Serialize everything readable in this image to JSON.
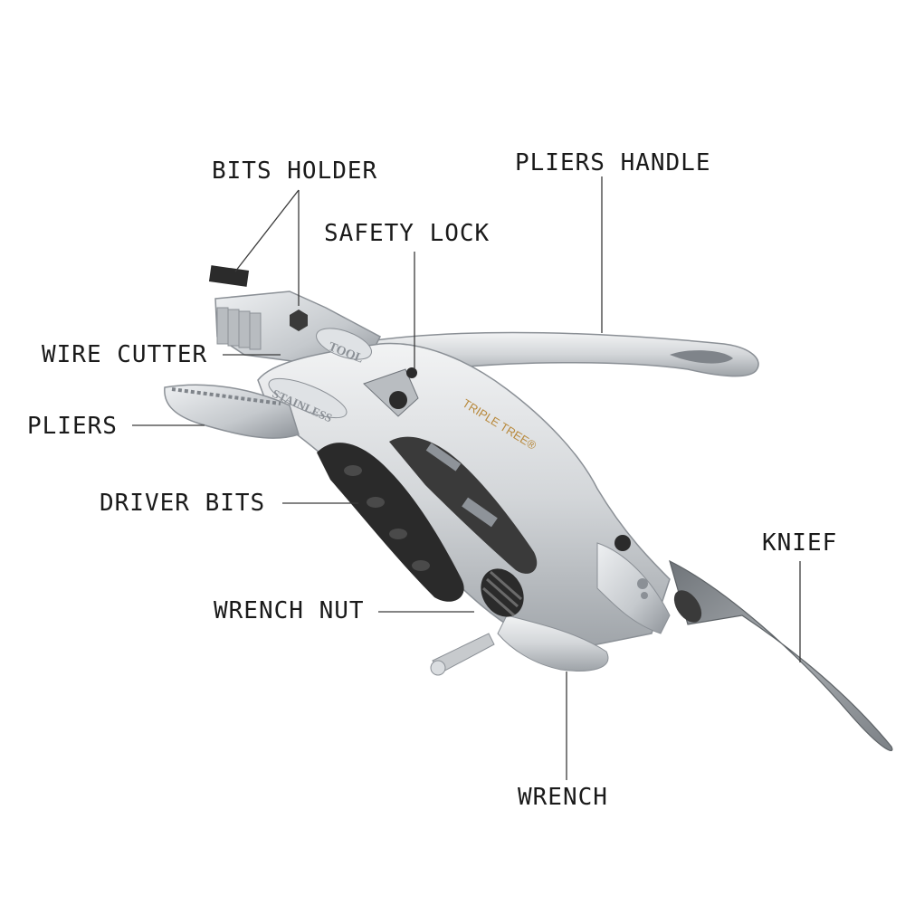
{
  "labels": {
    "bits_holder": "BITS HOLDER",
    "pliers_handle": "PLIERS HANDLE",
    "safety_lock": "SAFETY LOCK",
    "wire_cutter": "WIRE CUTTER",
    "pliers": "PLIERS",
    "driver_bits": "DRIVER BITS",
    "knief": "KNIEF",
    "wrench_nut": "WRENCH NUT",
    "wrench": "WRENCH"
  },
  "engravings": {
    "tool": "TOOL",
    "stainless": "STAINLESS",
    "brand": "TRIPLE TREE®"
  },
  "colors": {
    "steel_light": "#e6e8ea",
    "steel_mid": "#c2c6ca",
    "steel_dark": "#8b9096",
    "blade": "#9ea3a8",
    "grip": "#2a2a2a",
    "brand": "#b8893c",
    "leader": "#3a3a3a",
    "text": "#1a1a1a"
  }
}
